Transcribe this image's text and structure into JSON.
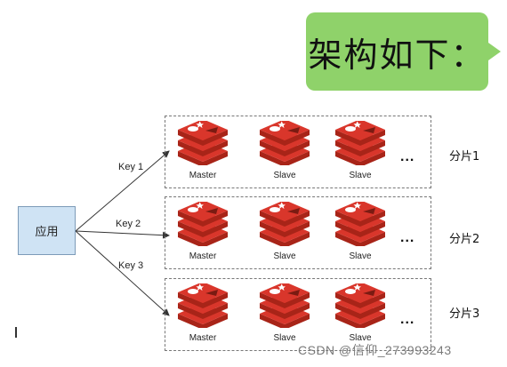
{
  "bubble": {
    "text": "架构如下："
  },
  "app": {
    "label": "应用"
  },
  "keys": [
    "Key 1",
    "Key 2",
    "Key 3"
  ],
  "shards": [
    {
      "label": "分片1",
      "nodes": [
        "Master",
        "Slave",
        "Slave"
      ],
      "more": "..."
    },
    {
      "label": "分片2",
      "nodes": [
        "Master",
        "Slave",
        "Slave"
      ],
      "more": "..."
    },
    {
      "label": "分片3",
      "nodes": [
        "Master",
        "Slave",
        "Slave"
      ],
      "more": "..."
    }
  ],
  "colors": {
    "redis": "#d9362b",
    "redis_dark": "#a82418",
    "app_fill": "#cfe3f4",
    "bubble": "#8fd26a"
  },
  "watermark": "CSDN @信仰_273993243"
}
